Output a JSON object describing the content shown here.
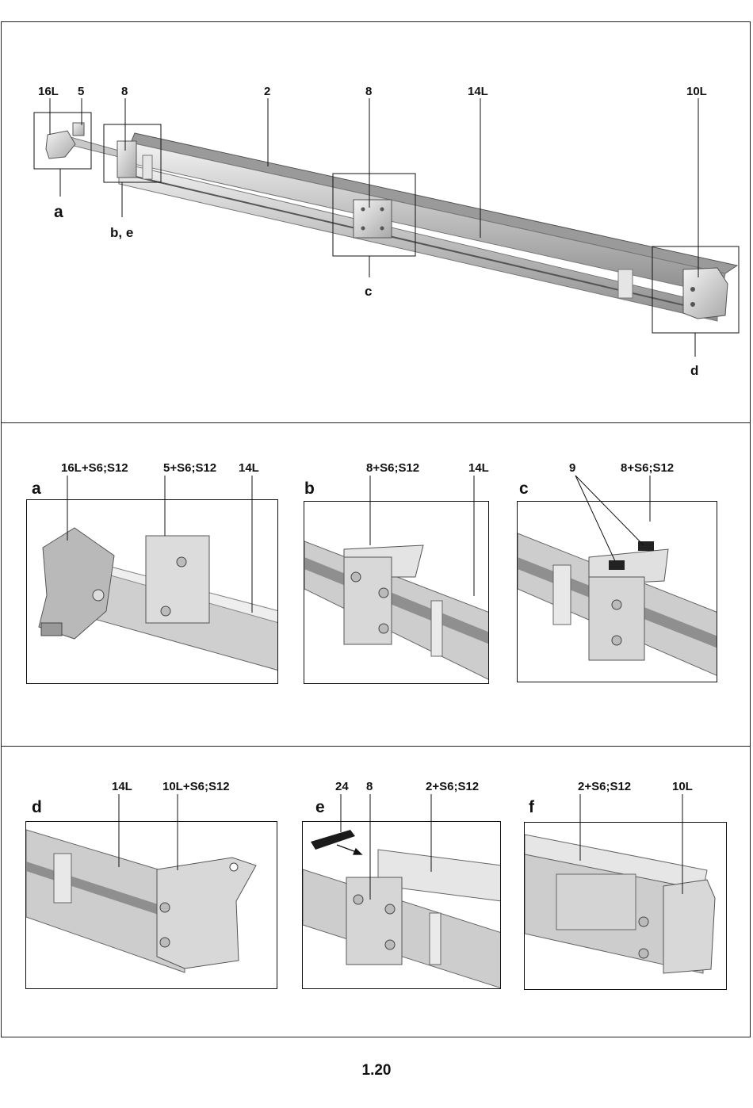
{
  "overview": {
    "part_labels": [
      "16L",
      "5",
      "8",
      "2",
      "8",
      "14L",
      "10L"
    ],
    "detail_letters": [
      "a",
      "b, e",
      "c",
      "d"
    ]
  },
  "details": {
    "a": {
      "letter": "a",
      "labels": [
        "16L+S6;S12",
        "5+S6;S12",
        "14L"
      ]
    },
    "b": {
      "letter": "b",
      "labels": [
        "8+S6;S12",
        "14L"
      ]
    },
    "c": {
      "letter": "c",
      "labels": [
        "9",
        "8+S6;S12"
      ]
    },
    "d": {
      "letter": "d",
      "labels": [
        "14L",
        "10L+S6;S12"
      ]
    },
    "e": {
      "letter": "e",
      "labels": [
        "24",
        "8",
        "2+S6;S12"
      ]
    },
    "f": {
      "letter": "f",
      "labels": [
        "2+S6;S12",
        "10L"
      ]
    }
  },
  "page_number": "1.20"
}
